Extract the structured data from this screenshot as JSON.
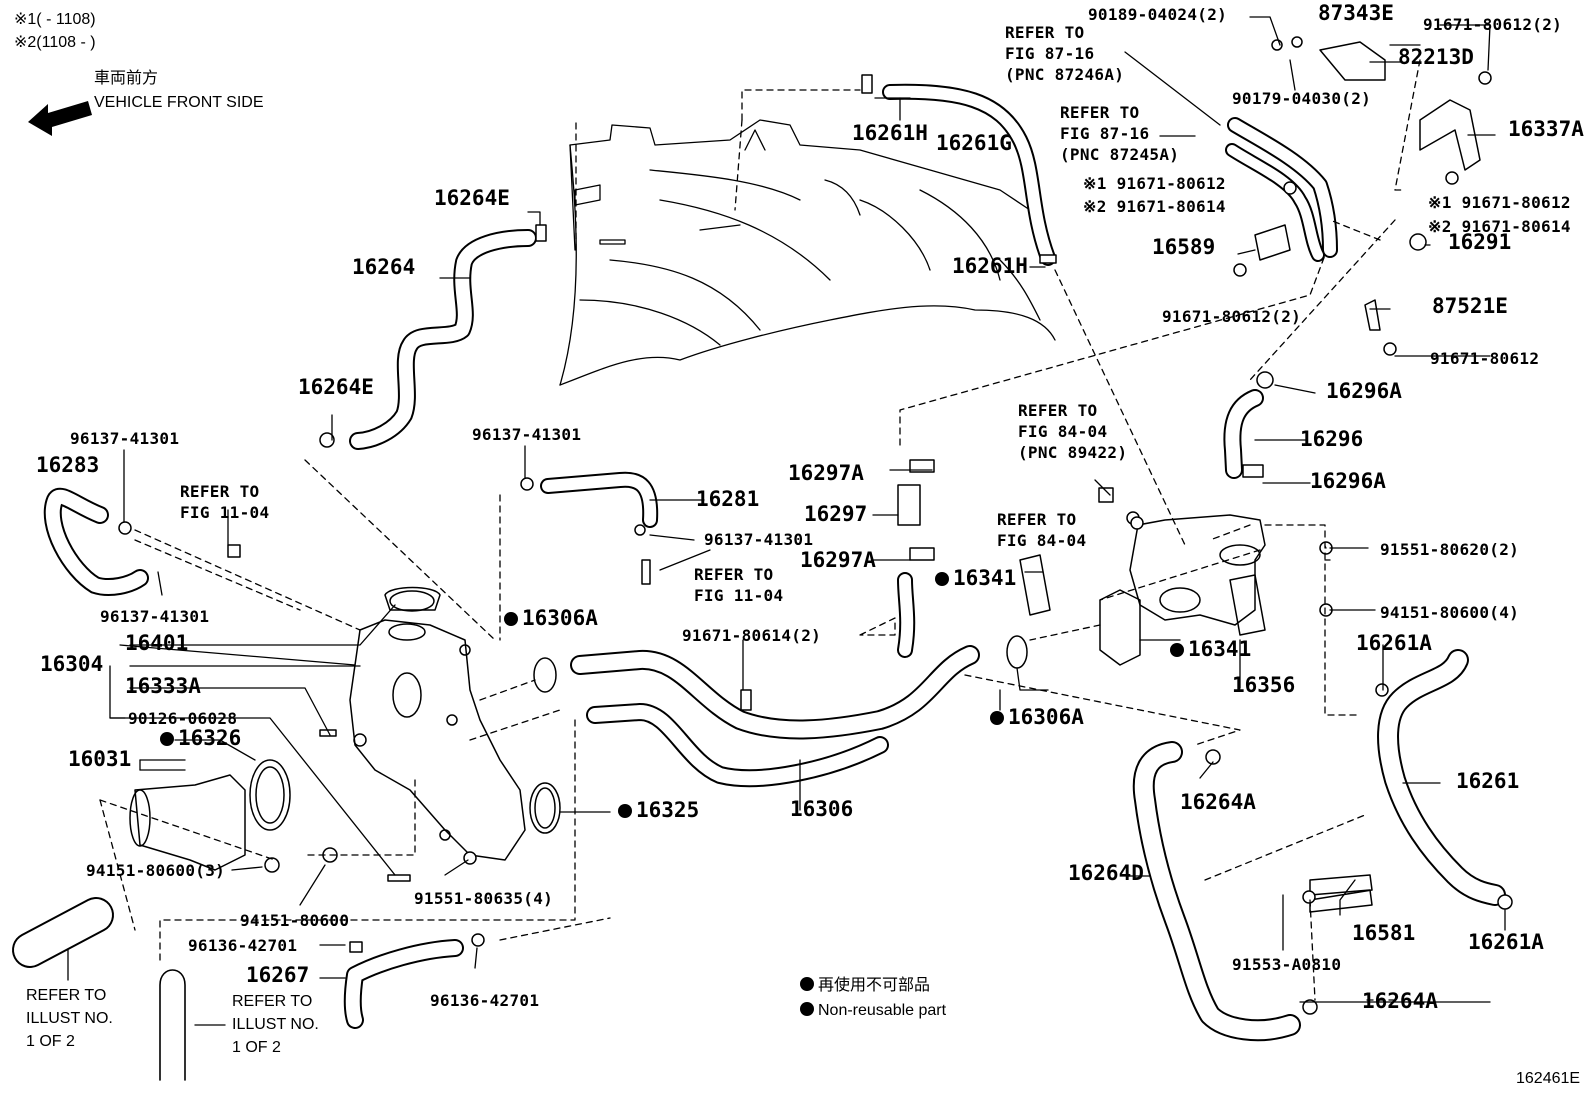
{
  "header": {
    "note1": "※1(       - 1108)",
    "note2": "※2(1108 -        )",
    "front_jp": "車両前方",
    "front_en": "VEHICLE FRONT SIDE"
  },
  "legend": {
    "jp": "再使用不可部品",
    "en": "Non-reusable part"
  },
  "figure_id": "162461E",
  "labels": {
    "p90189": "90189-04024(2)",
    "p87343E": "87343E",
    "p91671_80612_2_top": "91671-80612(2)",
    "p82213D": "82213D",
    "ref8716_a": "REFER TO\nFIG 87-16\n(PNC 87246A)",
    "p90179": "90179-04030(2)",
    "ref8716_b": "REFER TO\nFIG 87-16\n(PNC 87245A)",
    "p16337A": "16337A",
    "n1_91671_80612_a": "※1 91671-80612",
    "n2_91671_80614_a": "※2 91671-80614",
    "n1_91671_80612_b": "※1 91671-80612",
    "n2_91671_80614_b": "※2 91671-80614",
    "p16291": "16291",
    "p16589": "16589",
    "p91671_80612_2_mid": "91671-80612(2)",
    "p87521E": "87521E",
    "p91671_80612_single": "91671-80612",
    "p16261H_top": "16261H",
    "p16261G": "16261G",
    "p16261H_mid": "16261H",
    "p16264E_top": "16264E",
    "p16264": "16264",
    "p16264E_bot": "16264E",
    "p16296A_top": "16296A",
    "p16296": "16296",
    "p16296A_bot": "16296A",
    "ref8404_pnc": "REFER TO\nFIG 84-04\n(PNC 89422)",
    "ref8404": "REFER TO\nFIG 84-04",
    "p91551_80620": "91551-80620(2)",
    "p94151_80600_4": "94151-80600(4)",
    "p16261A_top": "16261A",
    "p16356": "16356",
    "p16341_upper": "16341",
    "p16341_lower": "16341",
    "p16306A_right": "16306A",
    "p16297A_top": "16297A",
    "p16297": "16297",
    "p16297A_bot": "16297A",
    "p96137_41301_mid": "96137-41301",
    "p16281": "16281",
    "p96137_41301_r": "96137-41301",
    "ref1104_mid": "REFER TO\nFIG 11-04",
    "p91671_80614_2": "91671-80614(2)",
    "p16306A_left": "16306A",
    "p96137_41301_l": "96137-41301",
    "p16283": "16283",
    "ref1104_left": "REFER TO\nFIG 11-04",
    "p96137_41301_lb": "96137-41301",
    "p16304": "16304",
    "p16401": "16401",
    "p16333A": "16333A",
    "p90126": "90126-06028",
    "p16031": "16031",
    "p16326": "16326",
    "p16325": "16325",
    "p16306": "16306",
    "p94151_80600_3": "94151-80600(3)",
    "p94151_80600": "94151-80600",
    "p91551_80635": "91551-80635(4)",
    "p96136_42701_a": "96136-42701",
    "p16267": "16267",
    "p96136_42701_b": "96136-42701",
    "ref_illust_a": "REFER TO\nILLUST NO.\n1 OF 2",
    "ref_illust_b": "REFER TO\nILLUST NO.\n1 OF 2",
    "p16264A_top": "16264A",
    "p16264D": "16264D",
    "p16264A_bot": "16264A",
    "p16261": "16261",
    "p16581": "16581",
    "p91553": "91553-A0810",
    "p16261A_bot": "16261A"
  }
}
